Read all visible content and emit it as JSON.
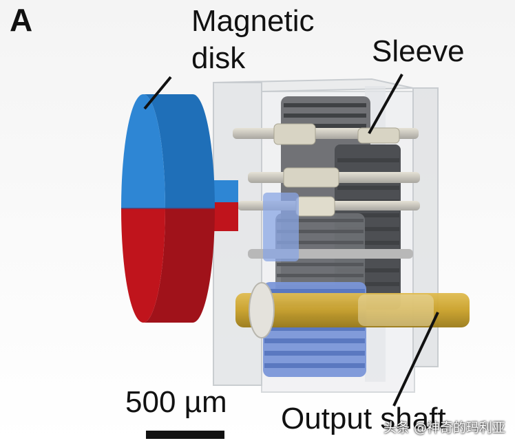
{
  "panel_letter": "A",
  "labels": {
    "magnetic_line1": "Magnetic",
    "magnetic_line2": "disk",
    "sleeve": "Sleeve",
    "scale": "500 µm",
    "output_shaft": "Output shaft"
  },
  "watermark": "头条 @神奇的玛利亚",
  "colors": {
    "disk_top": "#2e86d4",
    "disk_bottom": "#c0141c",
    "gear_dark": "#5a5c60",
    "gear_blue": "#7a96d8",
    "shaft_gold": "#c9a028",
    "housing": "#d8dce0"
  }
}
